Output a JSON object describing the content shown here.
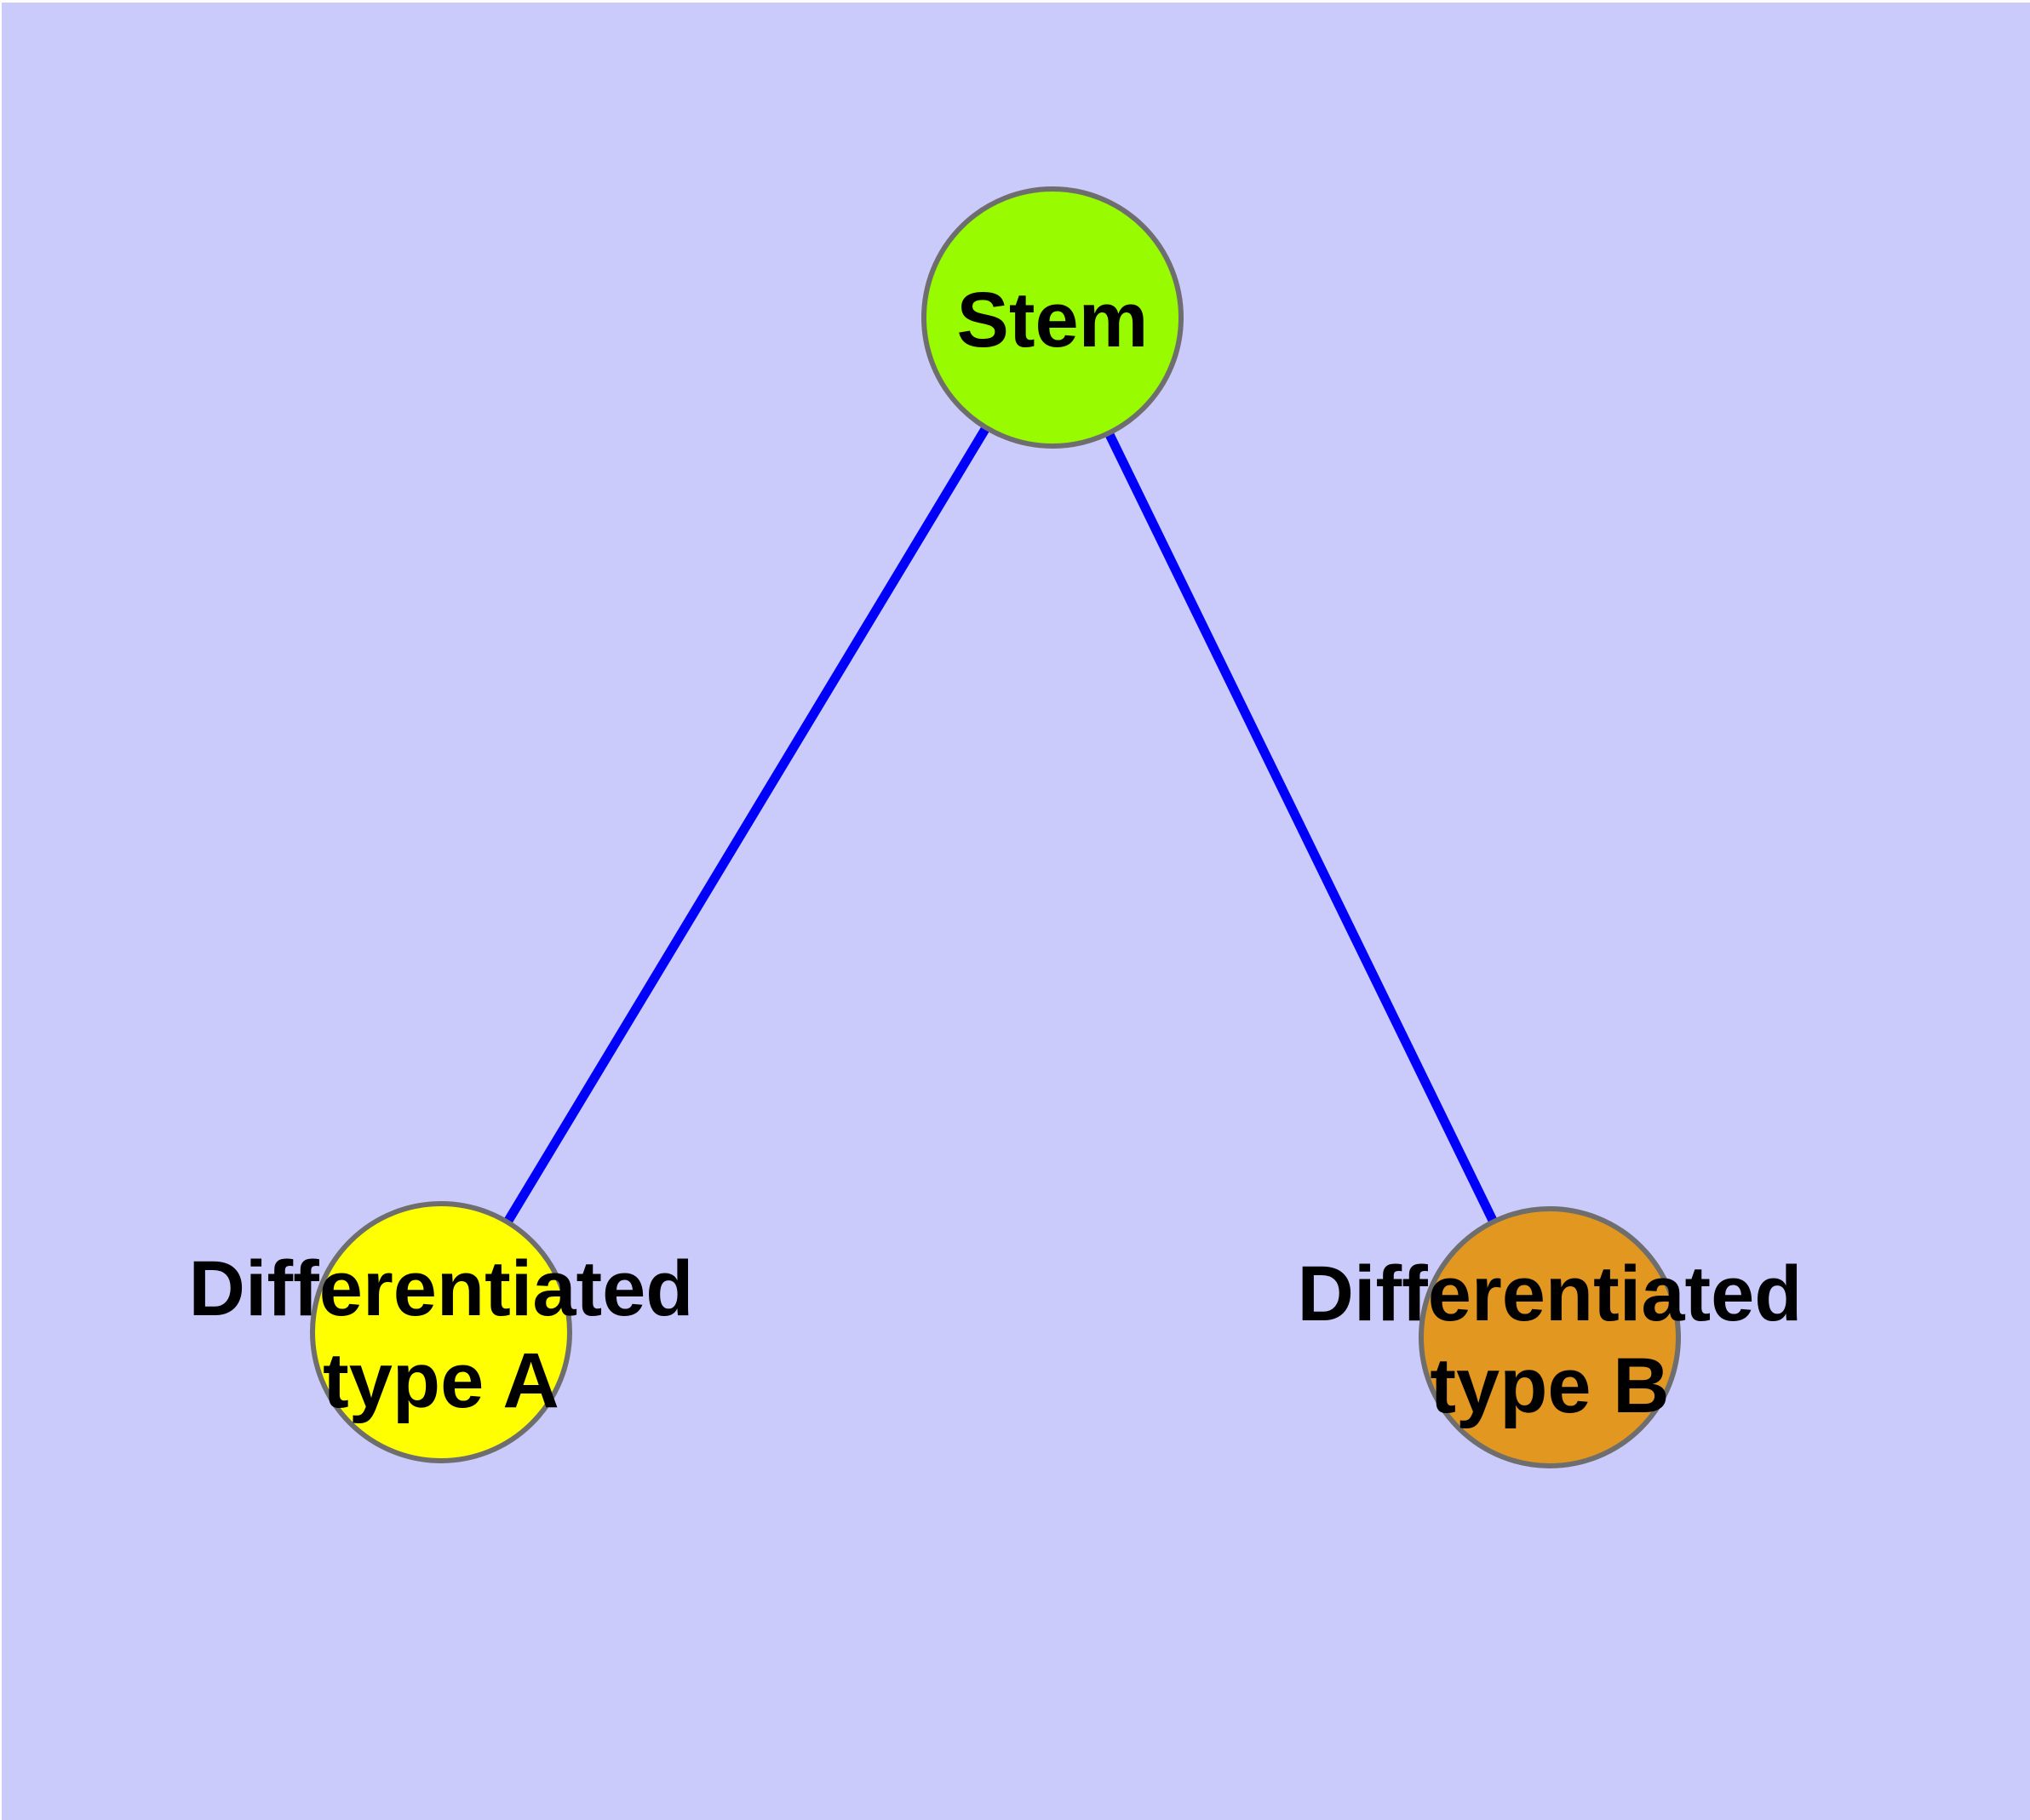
{
  "diagram": {
    "type": "graph",
    "description": "Stem cell differentiation diagram: one stem node branching to two differentiated cell type nodes",
    "colors": {
      "background": "#CACAFB",
      "margin": "#FFFFFF",
      "edge": "#0000FA",
      "node_border": "#6E6E6E",
      "label": "#000000"
    },
    "nodes": [
      {
        "id": "stem",
        "label": "Stem",
        "lines": [
          "Stem"
        ],
        "color": "#98FB00"
      },
      {
        "id": "differentiated-type-a",
        "label": "Differentiated type A",
        "lines": [
          "Differentiated",
          "type A"
        ],
        "color": "#FFFF00"
      },
      {
        "id": "differentiated-type-b",
        "label": "Differentiated type B",
        "lines": [
          "Differentiated",
          "type B"
        ],
        "color": "#E29720"
      }
    ],
    "edges": [
      {
        "from": "stem",
        "to": "differentiated-type-a"
      },
      {
        "from": "stem",
        "to": "differentiated-type-b"
      }
    ]
  }
}
